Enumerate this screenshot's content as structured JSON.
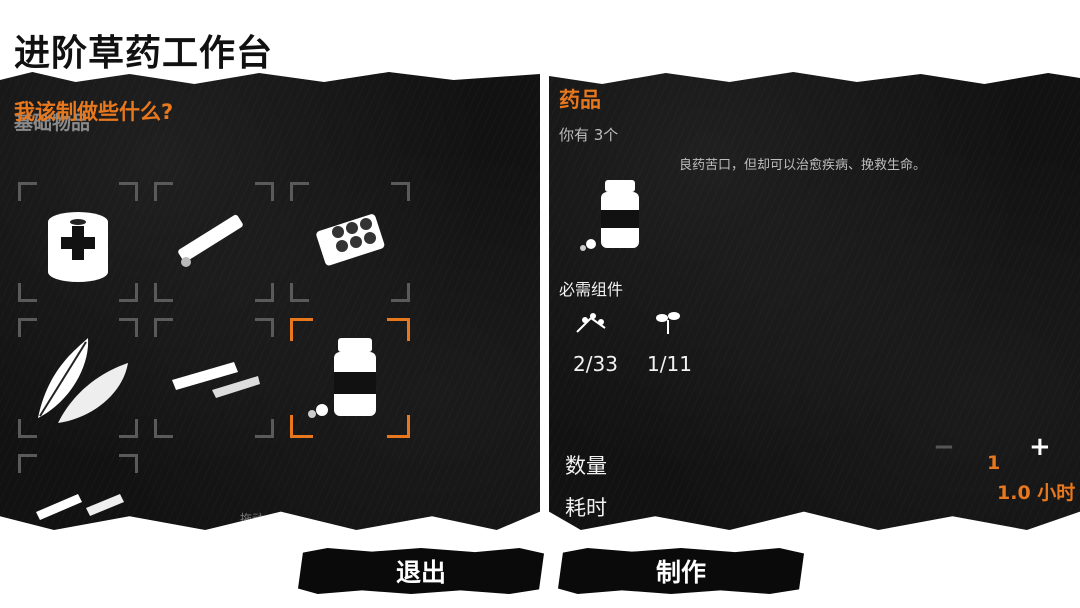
{
  "title": "进阶草药工作台",
  "left_panel": {
    "heading": "我该制做些什么?",
    "overlapped_text": "基础物品",
    "footer_hint": "拖动",
    "items": [
      {
        "name": "bandage",
        "icon": "bandage-icon"
      },
      {
        "name": "cigarette",
        "icon": "cigarette-icon"
      },
      {
        "name": "pills",
        "icon": "pills-icon"
      },
      {
        "name": "herbs",
        "icon": "herbs-icon"
      },
      {
        "name": "splints",
        "icon": "splint-icon"
      },
      {
        "name": "medicine",
        "icon": "medicine-bottle-icon",
        "selected": true
      },
      {
        "name": "bandage-strips",
        "icon": "strips-icon"
      }
    ]
  },
  "right_panel": {
    "item_name": "药品",
    "owned": "你有 3个",
    "description": "良药苦口，但却可以治愈疾病、挽救生命。",
    "components_label": "必需组件",
    "components": [
      {
        "icon": "herb-icon",
        "count": "2/33"
      },
      {
        "icon": "sprout-icon",
        "count": "1/11"
      }
    ],
    "quantity_label": "数量",
    "time_label": "耗时",
    "quantity_value": "1",
    "time_value": "1.0 小时",
    "minus": "−",
    "plus": "+"
  },
  "buttons": {
    "exit": "退出",
    "craft": "制作"
  }
}
